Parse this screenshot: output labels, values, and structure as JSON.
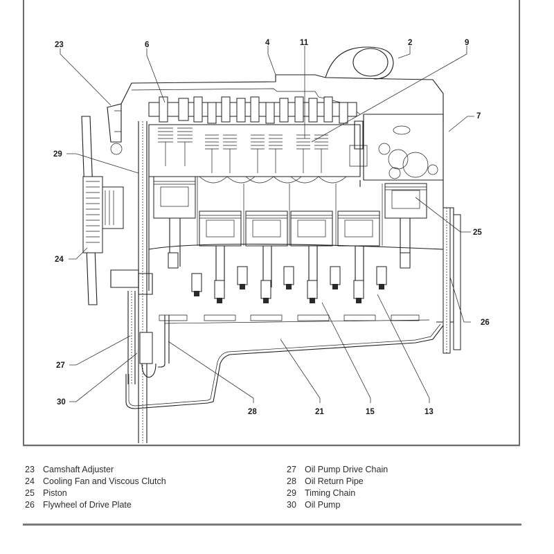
{
  "figure": {
    "subject": "Inline six-cylinder engine longitudinal cross-section",
    "callouts": [
      {
        "num": "23"
      },
      {
        "num": "6"
      },
      {
        "num": "4"
      },
      {
        "num": "11"
      },
      {
        "num": "2"
      },
      {
        "num": "9"
      },
      {
        "num": "7"
      },
      {
        "num": "29"
      },
      {
        "num": "25"
      },
      {
        "num": "24"
      },
      {
        "num": "26"
      },
      {
        "num": "27"
      },
      {
        "num": "30"
      },
      {
        "num": "28"
      },
      {
        "num": "21"
      },
      {
        "num": "15"
      },
      {
        "num": "13"
      }
    ]
  },
  "legend": {
    "left": [
      {
        "num": "23",
        "label": "Camshaft Adjuster"
      },
      {
        "num": "24",
        "label": "Cooling Fan and Viscous Clutch"
      },
      {
        "num": "25",
        "label": "Piston"
      },
      {
        "num": "26",
        "label": "Flywheel of Drive Plate"
      }
    ],
    "right": [
      {
        "num": "27",
        "label": "Oil Pump Drive Chain"
      },
      {
        "num": "28",
        "label": "Oil Return Pipe"
      },
      {
        "num": "29",
        "label": "Timing Chain"
      },
      {
        "num": "30",
        "label": "Oil Pump"
      }
    ]
  }
}
